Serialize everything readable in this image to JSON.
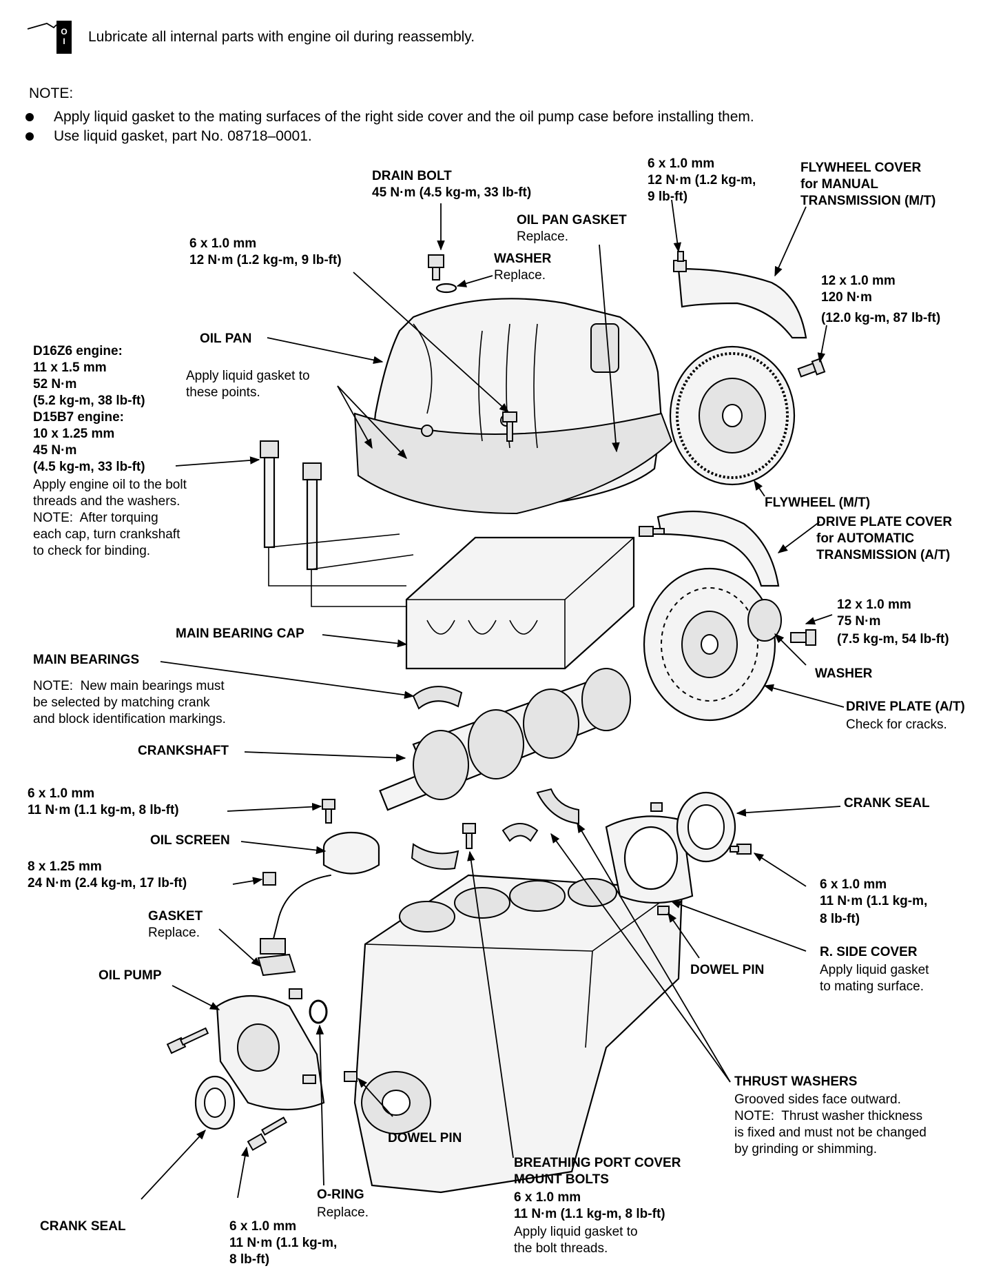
{
  "header": {
    "oil_note": "Lubricate all internal parts with engine oil during reassembly.",
    "note_title": "NOTE:",
    "note_items": [
      "Apply liquid gasket to the mating surfaces of the right side cover and the oil pump case before installing them.",
      "Use liquid gasket, part No. 08718–0001."
    ]
  },
  "labels": {
    "drain_bolt": {
      "title": "DRAIN BOLT",
      "spec": "45 N·m (4.5 kg-m, 33 lb-ft)"
    },
    "oil_pan_bolt": {
      "size": "6 x 1.0 mm",
      "spec": "12 N·m (1.2 kg-m, 9 lb-ft)"
    },
    "oil_pan_gasket": {
      "title": "OIL PAN GASKET",
      "note": "Replace."
    },
    "washer_top": {
      "title": "WASHER",
      "note": "Replace."
    },
    "flywheel_cover_bolt": {
      "size": "6 x 1.0 mm",
      "spec1": "12 N·m (1.2 kg-m,",
      "spec2": "9 lb-ft)"
    },
    "flywheel_cover": {
      "line1": "FLYWHEEL COVER",
      "line2": "for MANUAL",
      "line3": "TRANSMISSION (M/T)"
    },
    "flywheel_bolt": {
      "size": "12 x 1.0 mm",
      "spec1": "120 N·m",
      "spec2": "(12.0 kg-m, 87 lb-ft)"
    },
    "oil_pan": {
      "title": "OIL PAN"
    },
    "liquid_gasket_points": {
      "line1": "Apply liquid gasket to",
      "line2": "these points."
    },
    "main_cap_bolt": {
      "lines": [
        "D16Z6 engine:",
        "11 x 1.5 mm",
        "52 N·m",
        "(5.2 kg-m, 38 lb-ft)",
        "D15B7 engine:",
        "10 x 1.25 mm",
        "45 N·m",
        "(4.5 kg-m, 33 lb-ft)"
      ],
      "notes": [
        "Apply engine oil to the bolt",
        "threads and the washers.",
        "NOTE:  After torquing",
        "each cap, turn crankshaft",
        "to check for binding."
      ]
    },
    "flywheel": {
      "title": "FLYWHEEL (M/T)"
    },
    "drive_plate_cover": {
      "line1": "DRIVE PLATE COVER",
      "line2": "for AUTOMATIC",
      "line3": "TRANSMISSION (A/T)"
    },
    "drive_plate_bolt": {
      "size": "12 x 1.0 mm",
      "spec1": "75 N·m",
      "spec2": "(7.5 kg-m, 54 lb-ft)"
    },
    "main_bearing_cap": {
      "title": "MAIN BEARING CAP"
    },
    "washer_dp": {
      "title": "WASHER"
    },
    "main_bearings": {
      "title": "MAIN BEARINGS",
      "note1": "NOTE:  New main bearings must",
      "note2": "be selected by matching crank",
      "note3": "and block identification markings."
    },
    "drive_plate": {
      "title": "DRIVE PLATE (A/T)",
      "note": "Check for cracks."
    },
    "crankshaft": {
      "title": "CRANKSHAFT"
    },
    "screen_bolt": {
      "size": "6 x 1.0 mm",
      "spec": "11 N·m (1.1 kg-m, 8 lb-ft)"
    },
    "crank_seal_right": {
      "title": "CRANK SEAL"
    },
    "oil_screen": {
      "title": "OIL SCREEN"
    },
    "screen_nut": {
      "size": "8 x 1.25 mm",
      "spec": "24 N·m (2.4 kg-m, 17 lb-ft)"
    },
    "side_cover_bolt": {
      "size": "6 x 1.0 mm",
      "spec1": "11 N·m (1.1 kg-m,",
      "spec2": "8 lb-ft)"
    },
    "gasket": {
      "title": "GASKET",
      "note": "Replace."
    },
    "r_side_cover": {
      "title": "R. SIDE COVER",
      "note1": "Apply liquid gasket",
      "note2": "to mating surface."
    },
    "dowel_pin_right": {
      "title": "DOWEL PIN"
    },
    "oil_pump": {
      "title": "OIL PUMP"
    },
    "thrust_washers": {
      "title": "THRUST WASHERS",
      "note1": "Grooved sides face outward.",
      "note2": "NOTE:  Thrust washer thickness",
      "note3": "is fixed and must not be changed",
      "note4": "by grinding or shimming."
    },
    "dowel_pin_left": {
      "title": "DOWEL PIN"
    },
    "breathing_port": {
      "line1": "BREATHING PORT COVER",
      "line2": "MOUNT BOLTS",
      "size": "6 x 1.0 mm",
      "spec": "11 N·m (1.1 kg-m, 8 lb-ft)",
      "note1": "Apply liquid gasket to",
      "note2": "the bolt threads."
    },
    "o_ring": {
      "title": "O-RING",
      "note": "Replace."
    },
    "crank_seal_left": {
      "title": "CRANK SEAL"
    },
    "pump_bolt": {
      "size": "6 x 1.0 mm",
      "spec1": "11 N·m (1.1 kg-m,",
      "spec2": "8 lb-ft)"
    }
  }
}
